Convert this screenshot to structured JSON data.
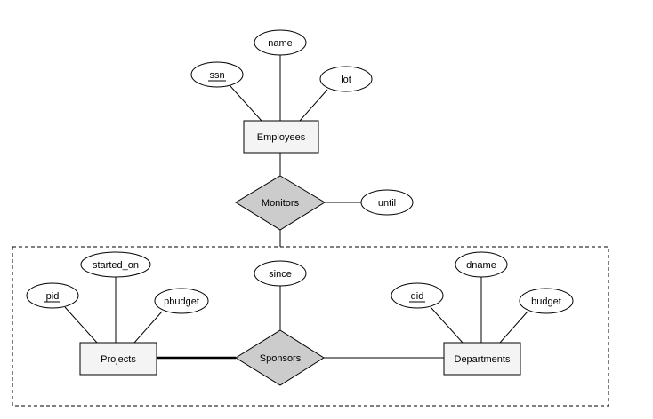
{
  "entities": {
    "employees": "Employees",
    "projects": "Projects",
    "departments": "Departments"
  },
  "relationships": {
    "monitors": "Monitors",
    "sponsors": "Sponsors"
  },
  "attributes": {
    "name": "name",
    "ssn": "ssn",
    "lot": "lot",
    "until": "until",
    "since": "since",
    "pid": "pid",
    "started_on": "started_on",
    "pbudget": "pbudget",
    "did": "did",
    "dname": "dname",
    "budget": "budget"
  },
  "key_attributes": [
    "ssn",
    "pid",
    "did"
  ],
  "aggregation": "Projects-Sponsors-Departments aggregate (dashed box)",
  "colors": {
    "entity_fill": "#f4f4f4",
    "relationship_fill": "#cccccc",
    "attribute_fill": "#ffffff",
    "stroke": "#000000"
  }
}
